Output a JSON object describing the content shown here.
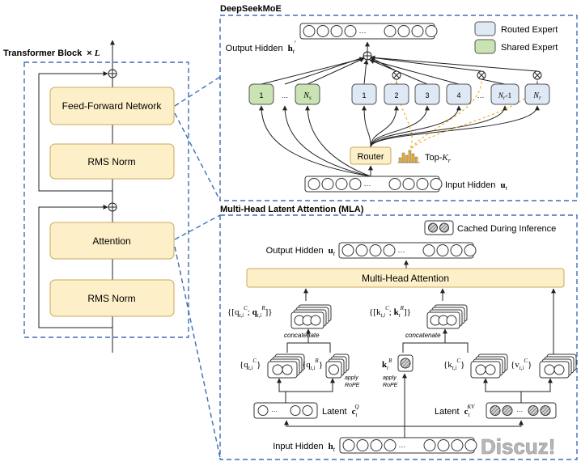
{
  "transformer": {
    "title": "Transformer Block",
    "times": "×",
    "L": "L",
    "ffn_label": "Feed-Forward Network",
    "rms_norm_top": "RMS Norm",
    "attention_label": "Attention",
    "rms_norm_bottom": "RMS Norm"
  },
  "moe": {
    "title": "DeepSeekMoE",
    "output_hidden": "Output Hidden",
    "output_hidden_sym": "h",
    "output_hidden_sub": "t",
    "output_hidden_sup": "′",
    "legend_routed": "Routed Expert",
    "legend_shared": "Shared Expert",
    "shared_experts": [
      "1",
      "…",
      "N"
    ],
    "shared_last_sub": "s",
    "routed_experts": [
      "1",
      "2",
      "3",
      "4",
      "…",
      "N",
      "N"
    ],
    "routed_nr_minus": "r",
    "routed_nr_minus_tail": "-1",
    "router_label": "Router",
    "topk_label": "Top-",
    "topk_sym": "K",
    "topk_sub": "r",
    "input_hidden": "Input Hidden",
    "input_hidden_sym": "u",
    "input_hidden_sub": "t",
    "ellipsis": "···"
  },
  "mla": {
    "title": "Multi-Head Latent Attention (MLA)",
    "cached_legend": "Cached During Inference",
    "output_hidden": "Output Hidden",
    "output_hidden_sym": "u",
    "output_hidden_sub": "t",
    "mha_label": "Multi-Head Attention",
    "q_concat_label": "{[q",
    "k_concat_label": "{[k",
    "concatenate": "concatenate",
    "q_c_label": "{q",
    "q_r_label": "{q",
    "k_r_label": "k",
    "k_c_label": "{k",
    "v_c_label": "{v",
    "apply_rope": "apply",
    "rope": "RoPE",
    "latent_q": "Latent",
    "latent_q_sym": "c",
    "latent_q_sup": "Q",
    "latent_q_sub": "t",
    "latent_kv": "Latent",
    "latent_kv_sym": "c",
    "latent_kv_sup": "KV",
    "latent_kv_sub": "t",
    "input_hidden": "Input Hidden",
    "input_hidden_sym": "h",
    "input_hidden_sub": "t",
    "ellipsis": "···"
  },
  "watermark": "Discuz!",
  "colors": {
    "block_fill": "#fdefc8",
    "block_stroke": "#c8a85a",
    "routed_fill": "#dfe8f5",
    "shared_fill": "#c9e3b2",
    "dash_blue": "#3b6fb5",
    "dash_orange": "#f0b030",
    "cached_fill": "#8a8a8a"
  },
  "icons": {
    "sum": "circled-plus-icon",
    "multiply": "circled-times-icon",
    "bars": "bar-chart-icon"
  }
}
